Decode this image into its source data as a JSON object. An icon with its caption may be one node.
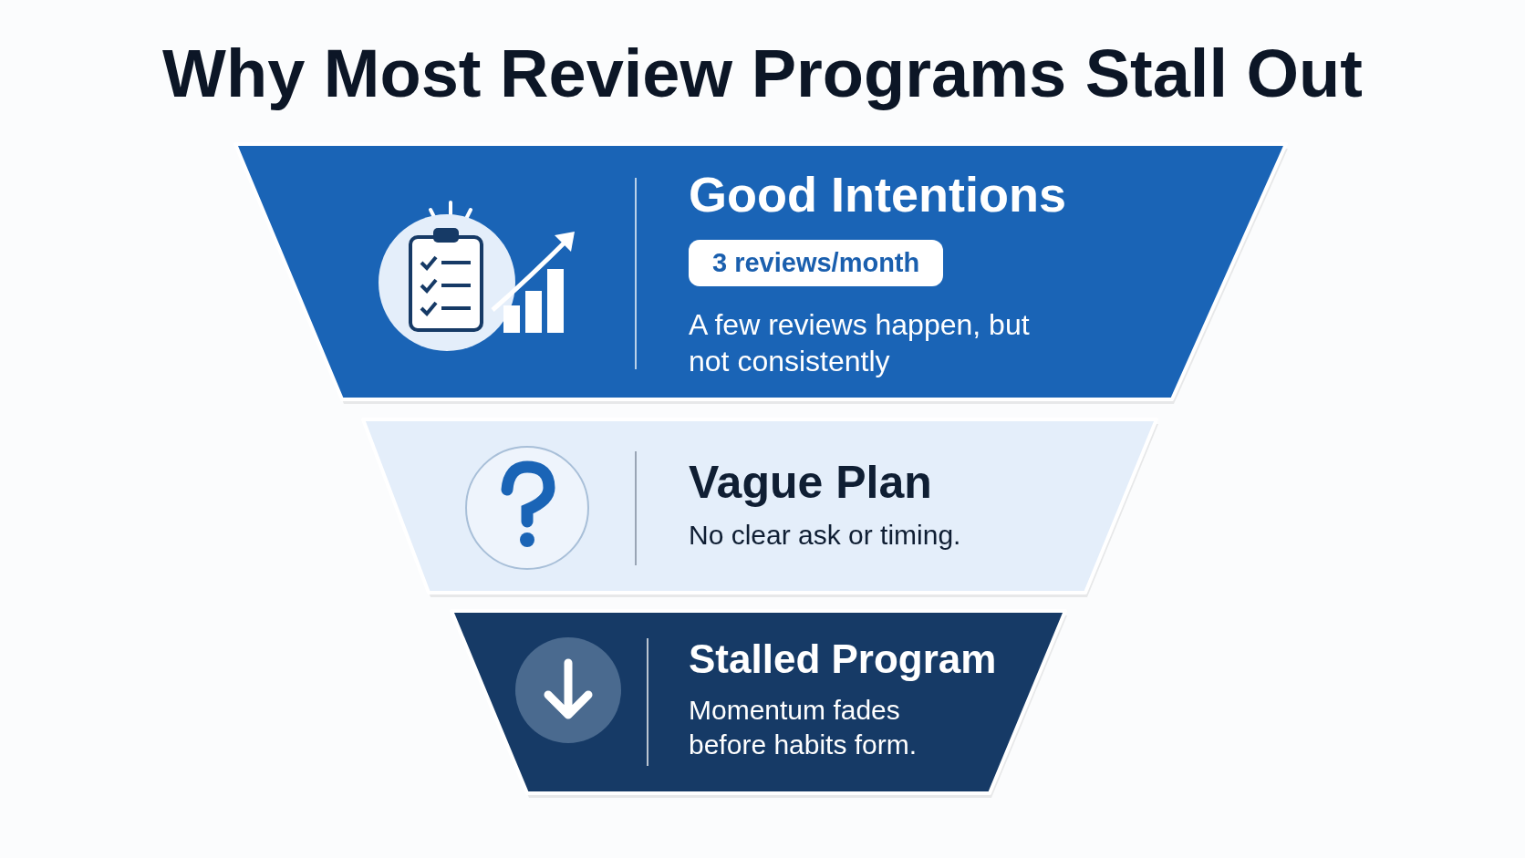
{
  "diagram": {
    "title": "Why Most Review Programs Stall Out",
    "nodes": [
      {
        "text": [
          "Good Intentions",
          "A few reviews happen, but not consistently"
        ]
      },
      {
        "text": [
          "3 reviews/month"
        ],
        "in": 0
      },
      {
        "text": [
          "Vague Plan",
          "No clear ask or timing."
        ]
      },
      {
        "text": [
          "Stalled Program",
          "Momentum fades before habits form."
        ]
      }
    ]
  }
}
